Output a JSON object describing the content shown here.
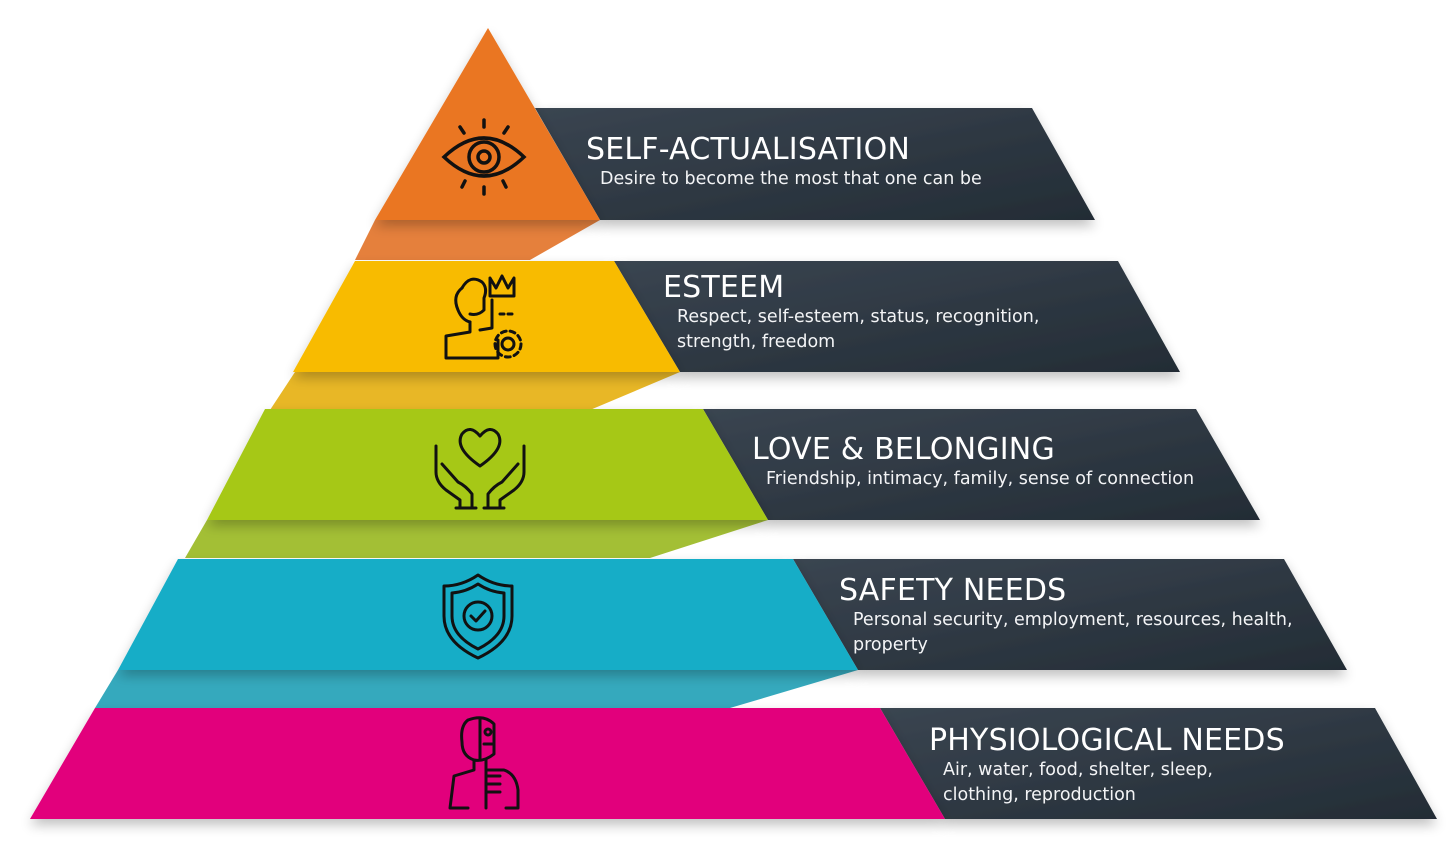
{
  "colors": {
    "dark_band": "#2b3540",
    "dark_band_light": "#37424e"
  },
  "tiers": [
    {
      "title": "SELF-ACTUALISATION",
      "description": "Desire to become the most that one can be",
      "color": "#ea7622",
      "icon": "eye-icon"
    },
    {
      "title": "ESTEEM",
      "description": "Respect, self-esteem, status, recognition, strength, freedom",
      "color": "#f8bb00",
      "icon": "person-crown-gear-icon"
    },
    {
      "title": "LOVE & BELONGING",
      "description": "Friendship, intimacy, family, sense of connection",
      "color": "#a6c819",
      "icon": "hands-heart-icon"
    },
    {
      "title": "SAFETY NEEDS",
      "description": "Personal security, employment, resources, health, property",
      "color": "#17adc7",
      "icon": "shield-check-icon"
    },
    {
      "title": "PHYSIOLOGICAL NEEDS",
      "description": "Air, water, food, shelter, sleep, clothing, reproduction",
      "color": "#e2047c",
      "icon": "human-anatomy-icon"
    }
  ]
}
